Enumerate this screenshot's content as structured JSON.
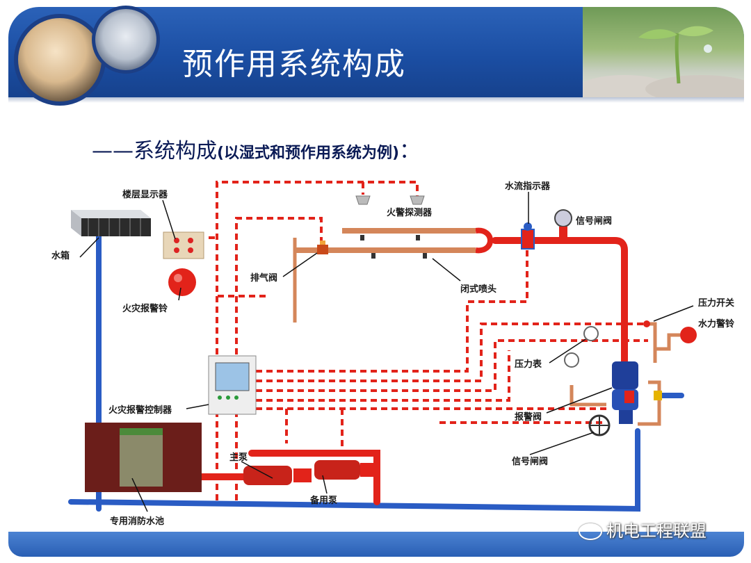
{
  "slide": {
    "title": "预作用系统构成",
    "subtitle_dash": "——",
    "subtitle_main": "系统构成",
    "subtitle_paren": "(以湿式和预作用系统为例)",
    "subtitle_colon": "："
  },
  "diagram": {
    "labels": {
      "floor_display": "楼层显示器",
      "water_tank": "水箱",
      "fire_detector": "火警探测器",
      "flow_indicator": "水流指示器",
      "signal_valve_top": "信号闸阀",
      "exhaust_valve": "排气阀",
      "closed_sprinkler": "闭式喷头",
      "fire_bell": "火灾报警铃",
      "pressure_switch": "压力开关",
      "water_gong": "水力警铃",
      "pressure_gauge": "压力表",
      "alarm_valve": "报警阀",
      "fire_controller": "火灾报警控制器",
      "signal_valve_bottom": "信号闸阀",
      "main_pump": "主泵",
      "standby_pump": "备用泵",
      "fire_pool": "专用消防水池"
    }
  },
  "footer": {
    "watermark": "机电工程联盟"
  },
  "colors": {
    "header_blue": "#1b4ea3",
    "pipe_red": "#e2231a",
    "wire_red": "#e2231a",
    "pipe_blue": "#2a5cc4",
    "pipe_copper": "#d4865a"
  }
}
